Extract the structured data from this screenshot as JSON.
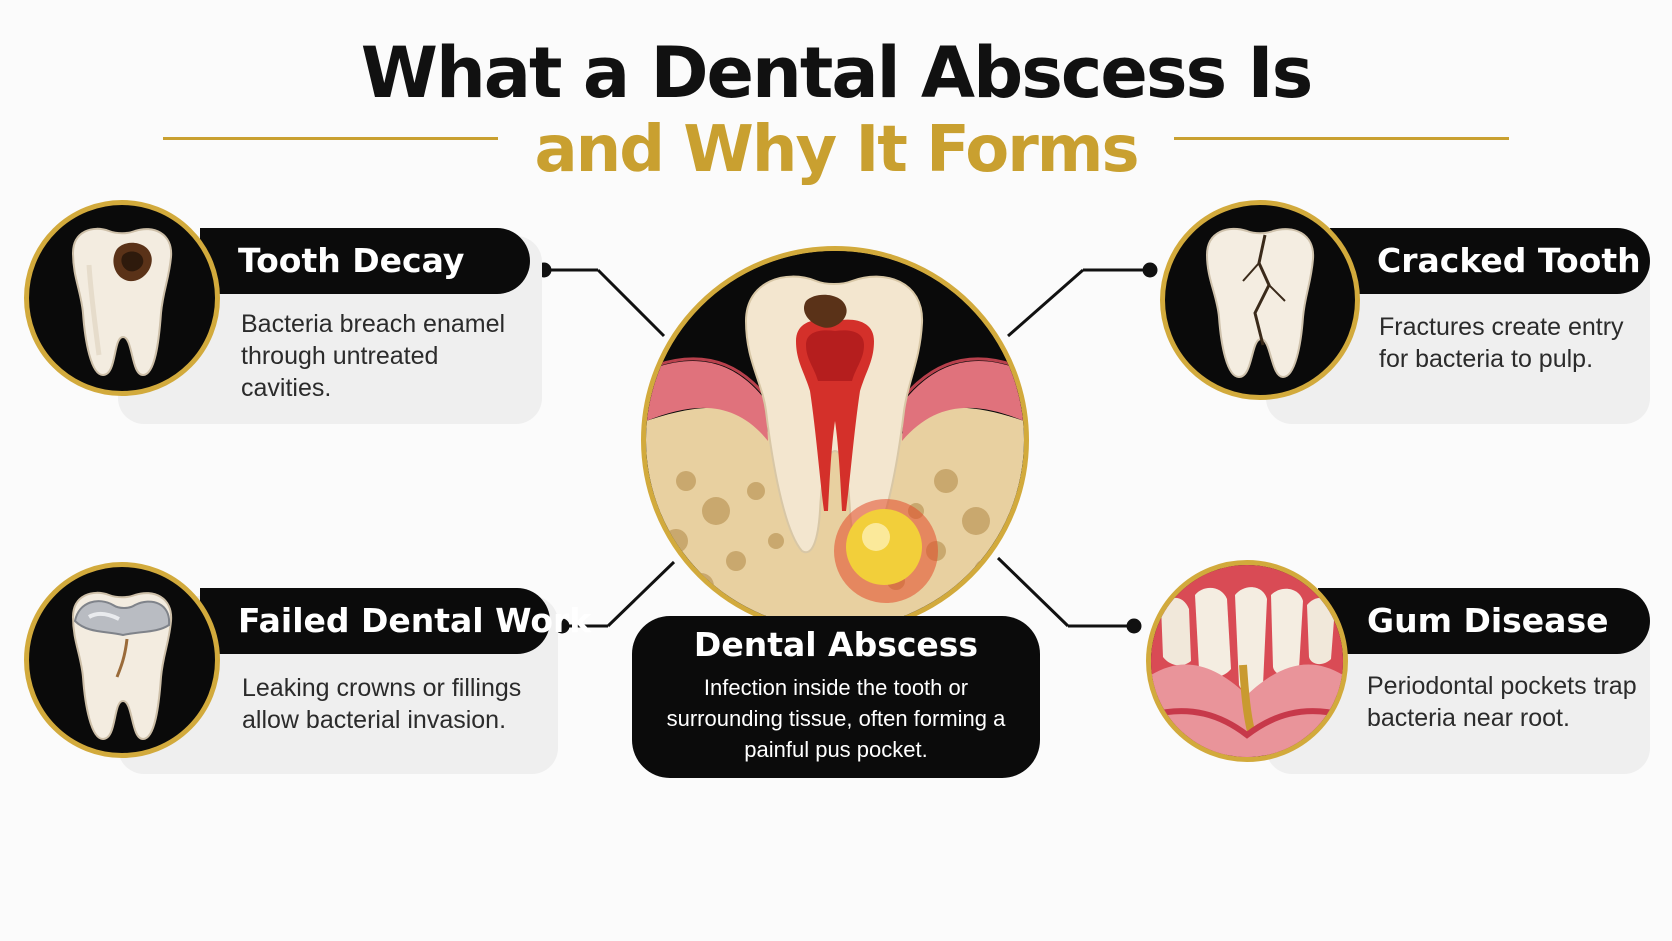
{
  "title": {
    "line1": "What a Dental Abscess Is",
    "line2": "and Why It Forms"
  },
  "center": {
    "label": "Dental Abscess",
    "description": "Infection inside the tooth or surrounding tissue, often forming a painful pus pocket."
  },
  "causes": [
    {
      "label": "Tooth Decay",
      "description": "Bacteria breach enamel through untreated cavities.",
      "icon": "decayed-tooth-icon"
    },
    {
      "label": "Cracked Tooth",
      "description": "Fractures create entry for bacteria to pulp.",
      "icon": "cracked-tooth-icon"
    },
    {
      "label": "Failed Dental Work",
      "description": "Leaking crowns or fillings allow bacterial invasion.",
      "icon": "crowned-tooth-icon"
    },
    {
      "label": "Gum Disease",
      "description": "Periodontal pockets trap bacteria near root.",
      "icon": "gum-disease-icon"
    }
  ],
  "colors": {
    "accent": "#c9a030",
    "dark": "#0b0b0b",
    "card": "#efefef",
    "gum": "#e07a82",
    "pus": "#f2cf3a"
  }
}
